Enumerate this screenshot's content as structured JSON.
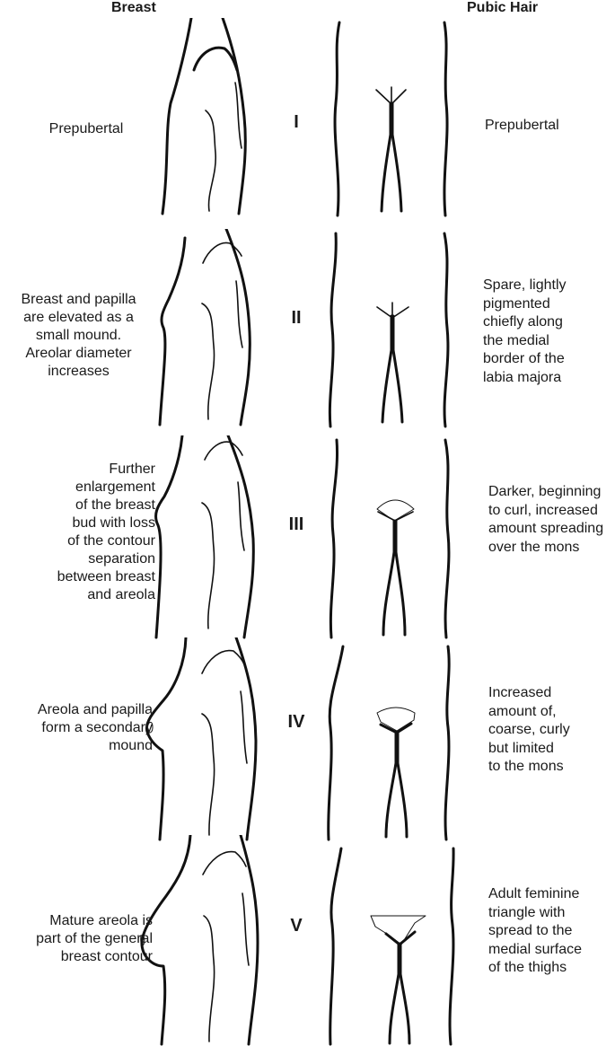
{
  "headers": {
    "breast": "Breast",
    "pubic_hair": "Pubic Hair"
  },
  "stages": [
    {
      "numeral": "I",
      "breast_lines": [
        "Prepubertal"
      ],
      "pubic_lines": [
        "Prepubertal"
      ]
    },
    {
      "numeral": "II",
      "breast_lines": [
        "Breast and papilla",
        "are elevated as a",
        "small mound.",
        "Areolar diameter",
        "increases"
      ],
      "pubic_lines": [
        "Spare, lightly",
        "pigmented",
        "chiefly along",
        "the medial",
        "border of the",
        "labia majora"
      ]
    },
    {
      "numeral": "III",
      "breast_lines": [
        "Further",
        "enlargement",
        "of the breast",
        "bud with loss",
        "of the contour",
        "separation",
        "between breast",
        "and areola"
      ],
      "pubic_lines": [
        "Darker, beginning",
        "to curl, increased",
        "amount spreading",
        "over the mons"
      ]
    },
    {
      "numeral": "IV",
      "breast_lines": [
        "Areola and papilla",
        "form a secondary",
        "mound"
      ],
      "pubic_lines": [
        "Increased",
        "amount of,",
        "coarse, curly",
        "but limited",
        "to the mons"
      ]
    },
    {
      "numeral": "V",
      "breast_lines": [
        "Mature areola is",
        "part of the general",
        "breast contour"
      ],
      "pubic_lines": [
        "Adult feminine",
        "triangle with",
        "spread to the",
        "medial surface",
        "of the thighs"
      ]
    }
  ],
  "colors": {
    "line": "#111111",
    "hair_iii": "#cccccc",
    "hair_iv": "#777777",
    "hair_v": "#1c1c1c",
    "areola_iv": "#dddddd"
  }
}
